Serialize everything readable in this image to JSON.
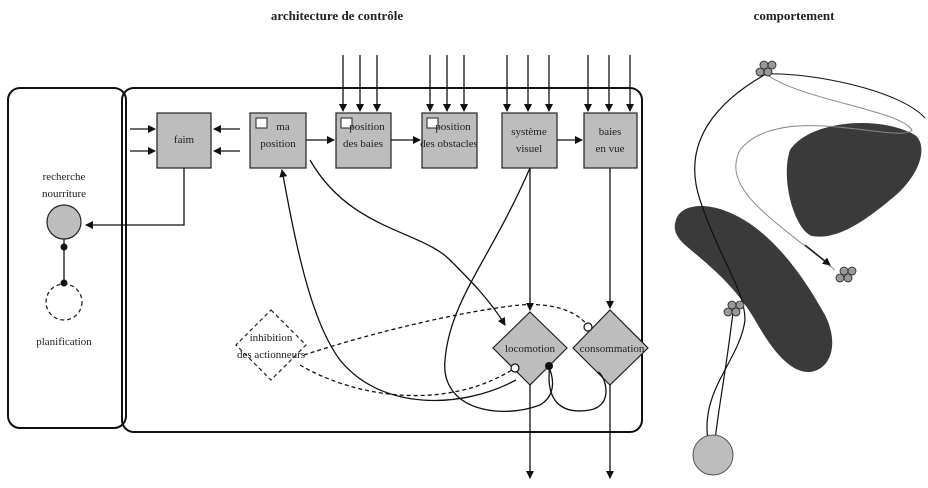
{
  "titles": {
    "left": "architecture de contrôle",
    "right": "comportement"
  },
  "motivation": {
    "recherche": [
      "recherche",
      "nourriture"
    ],
    "planification": "planification"
  },
  "modules": {
    "faim": "faim",
    "ma_position": [
      "ma",
      "position"
    ],
    "position_baies": [
      "position",
      "des baies"
    ],
    "position_obstacles": [
      "position",
      "des obstacles"
    ],
    "systeme_visuel": [
      "système",
      "visuel"
    ],
    "baies_en_vue": [
      "baies",
      "en vue"
    ]
  },
  "actions": {
    "locomotion": "locomotion",
    "consommation": "consommation",
    "inhibition": [
      "inhibition",
      "des actionneurs"
    ]
  },
  "colors": {
    "box_fill": "#bdbdbd",
    "obstacle": "#3a3a3a",
    "line": "#111111"
  }
}
